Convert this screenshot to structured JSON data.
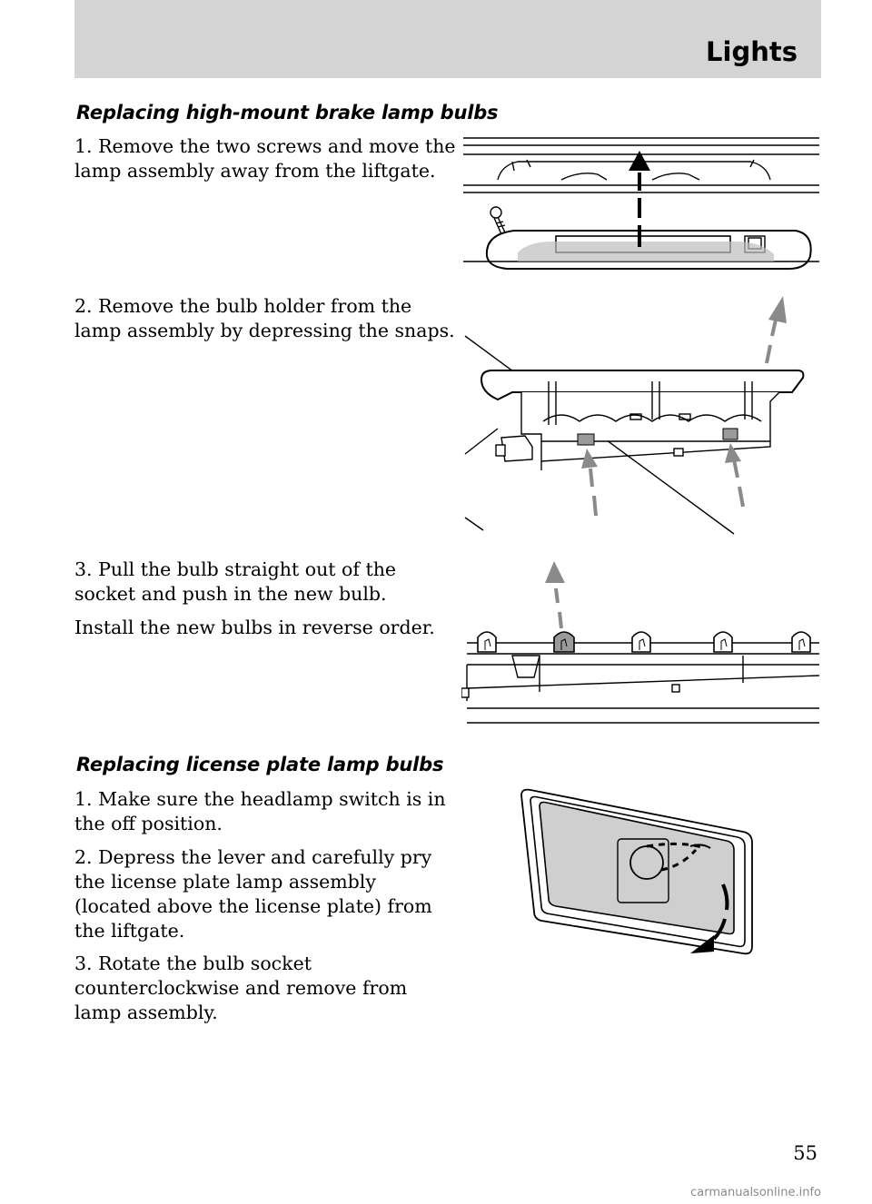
{
  "header": {
    "section_title": "Lights"
  },
  "sections": [
    {
      "heading": "Replacing high-mount brake lamp bulbs",
      "steps": [
        "1. Remove the two screws and move the lamp assembly away from the liftgate.",
        "2. Remove the bulb holder from the lamp assembly by depressing the snaps.",
        "3. Pull the bulb straight out of the socket and push in the new bulb.",
        "Install the new bulbs in reverse order."
      ]
    },
    {
      "heading": "Replacing license plate lamp bulbs",
      "steps": [
        "1. Make sure the headlamp switch is in the off position.",
        "2. Depress the lever and carefully pry the license plate lamp assembly (located above the license plate) from the liftgate.",
        "3. Rotate the bulb socket counterclockwise and remove from lamp assembly."
      ]
    }
  ],
  "footer": {
    "page_number": "55",
    "watermark": "carmanualsonline.info"
  }
}
